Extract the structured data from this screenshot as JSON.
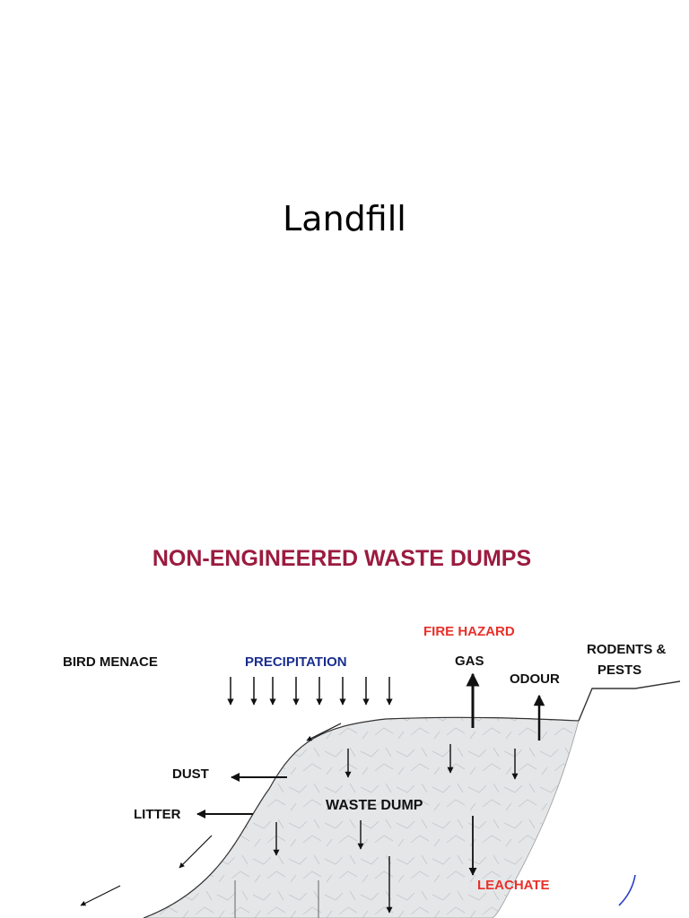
{
  "slide": {
    "title": "Landfill"
  },
  "diagram": {
    "heading": "NON-ENGINEERED WASTE DUMPS",
    "labels": {
      "bird_menace": "BIRD MENACE",
      "precipitation": "PRECIPITATION",
      "fire_hazard": "FIRE HAZARD",
      "gas": "GAS",
      "odour": "ODOUR",
      "rodents_line1": "RODENTS &",
      "rodents_line2": "PESTS",
      "dust": "DUST",
      "litter": "LITTER",
      "waste_dump": "WASTE DUMP",
      "leachate": "LEACHATE"
    },
    "colors": {
      "heading": "#9b1b3f",
      "precipitation": "#1a2f8f",
      "fire_hazard": "#e8302a",
      "leachate": "#e8302a",
      "text": "#111111",
      "dump_fill": "#e2e4e6",
      "groundwater": "#2a3fc8"
    }
  }
}
